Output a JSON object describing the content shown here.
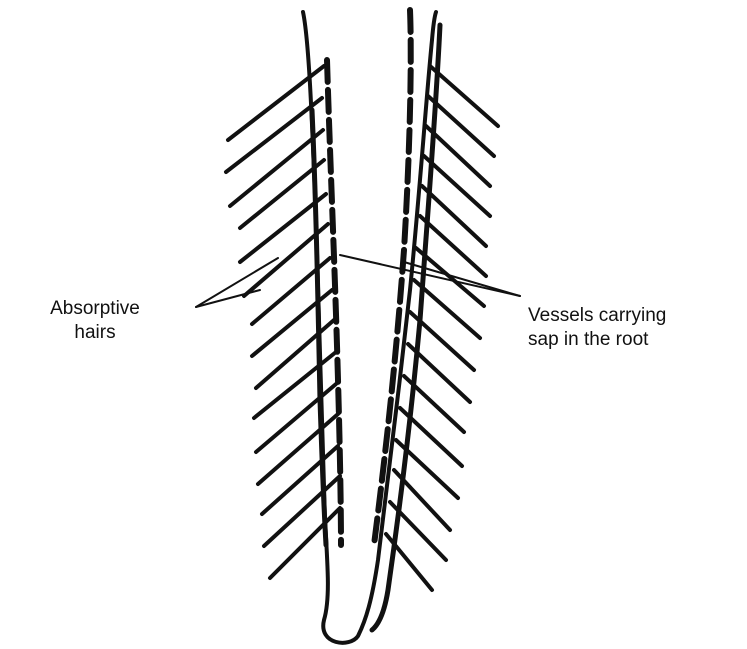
{
  "labels": {
    "absorptive_hairs": {
      "line1": "Absorptive",
      "line2": "hairs"
    },
    "vessels": {
      "line1": "Vessels carrying",
      "line2": "sap in the root"
    }
  },
  "colors": {
    "ink": "#111111",
    "background": "#ffffff"
  }
}
